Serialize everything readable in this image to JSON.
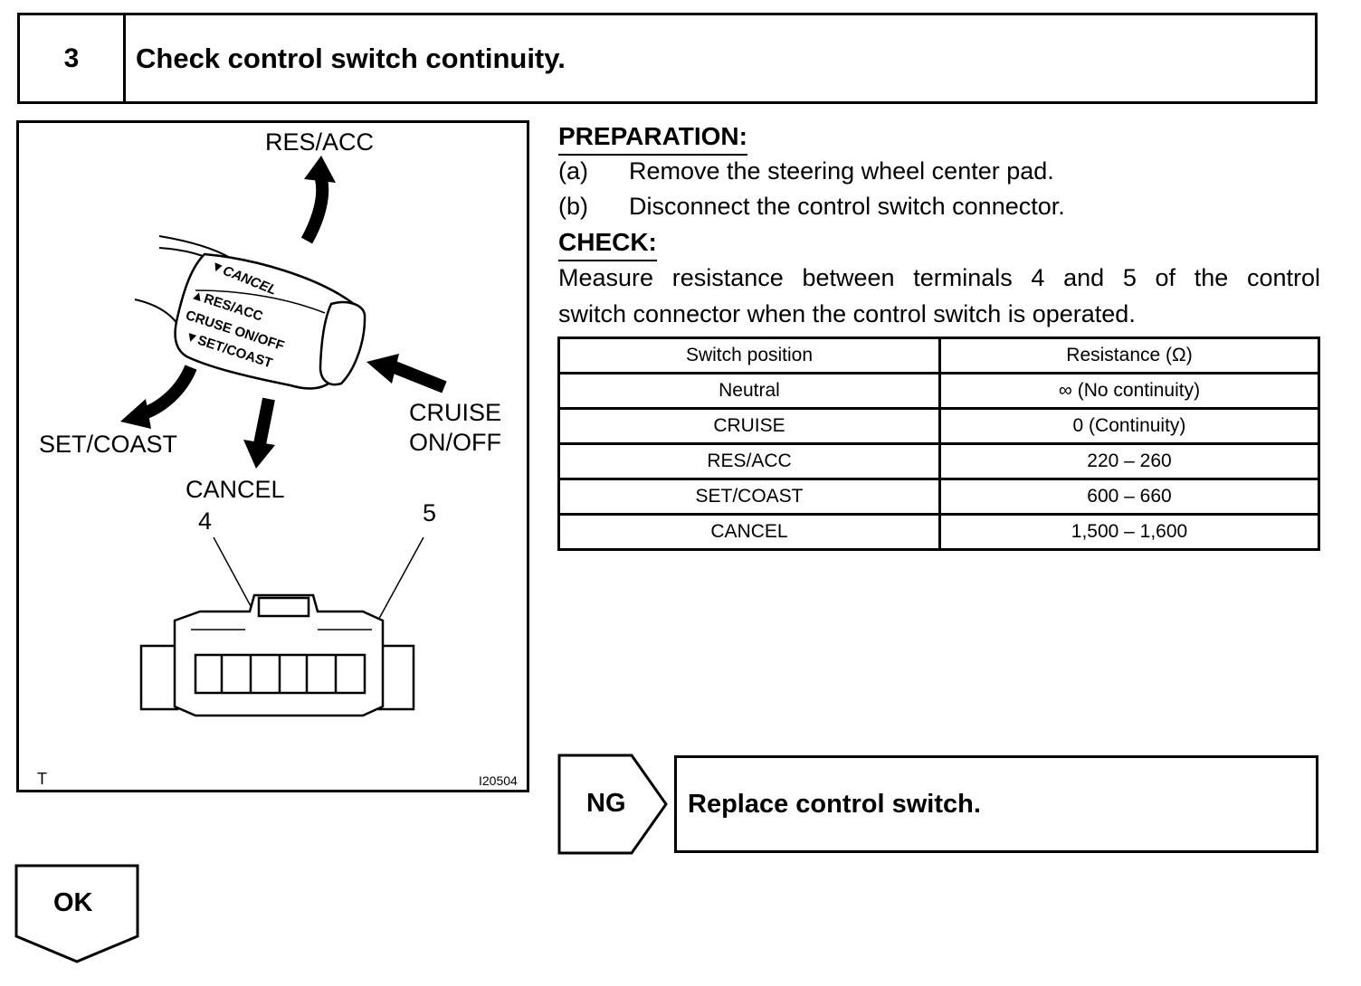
{
  "step": {
    "number": "3",
    "title": "Check control switch continuity."
  },
  "figure": {
    "label_res_acc": "RES/ACC",
    "label_set_coast": "SET/COAST",
    "label_cancel": "CANCEL",
    "label_cruise_line1": "CRUISE",
    "label_cruise_line2": "ON/OFF",
    "terminal_4": "4",
    "terminal_5": "5",
    "switch_print_cancel": "▼CANCEL",
    "switch_print_res_acc": "▲RES/ACC",
    "switch_print_cruise": "CRUSE ON/OFF",
    "switch_print_set_coast": "▼SET/COAST",
    "corner_code": "T",
    "figure_id": "I20504"
  },
  "preparation": {
    "heading": "PREPARATION:",
    "items": [
      {
        "letter": "(a)",
        "text": "Remove the steering wheel center pad."
      },
      {
        "letter": "(b)",
        "text": "Disconnect the control switch connector."
      }
    ]
  },
  "check": {
    "heading": "CHECK:",
    "line1": "Measure resistance between terminals 4 and 5 of the control",
    "line2": "switch connector when the control switch is operated."
  },
  "table": {
    "headers": [
      "Switch position",
      "Resistance (Ω)"
    ],
    "rows": [
      [
        "Neutral",
        "∞ (No continuity)"
      ],
      [
        "CRUISE",
        "0 (Continuity)"
      ],
      [
        "RES/ACC",
        "220 – 260"
      ],
      [
        "SET/COAST",
        "600 – 660"
      ],
      [
        "CANCEL",
        "1,500 – 1,600"
      ]
    ]
  },
  "ng": {
    "label": "NG",
    "action": "Replace control switch."
  },
  "ok": {
    "label": "OK"
  }
}
